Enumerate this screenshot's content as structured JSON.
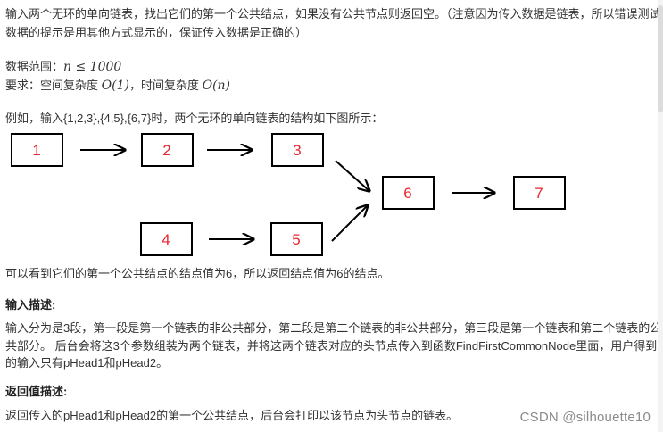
{
  "intro": {
    "line1": "输入两个无环的单向链表，找出它们的第一个公共结点，如果没有公共节点则返回空。（注意因为传入数据是链表，所以错误测试",
    "line2": "数据的提示是用其他方式显示的，保证传入数据是正确的）"
  },
  "range": {
    "label": "数据范围：",
    "math": "n ≤ 1000"
  },
  "requirement": {
    "label": "要求：空间复杂度 ",
    "space": "O(1)",
    "middle": "，时间复杂度 ",
    "time": "O(n)"
  },
  "example": {
    "text": "例如，输入{1,2,3},{4,5},{6,7}时，两个无环的单向链表的结构如下图所示："
  },
  "diagram": {
    "nodes": [
      "1",
      "2",
      "3",
      "4",
      "5",
      "6",
      "7"
    ],
    "label_color": "#e8262e"
  },
  "conclusion": "可以看到它们的第一个公共结点的结点值为6，所以返回结点值为6的结点。",
  "input_section": {
    "heading": "输入描述:",
    "line1": "输入分为是3段，第一段是第一个链表的非公共部分，第二段是第二个链表的非公共部分，第三段是第一个链表和第二个链表的公",
    "line2": "共部分。 后台会将这3个参数组装为两个链表，并将这两个链表对应的头节点传入到函数FindFirstCommonNode里面，用户得到",
    "line3": "的输入只有pHead1和pHead2。"
  },
  "return_section": {
    "heading": "返回值描述:",
    "line1": "返回传入的pHead1和pHead2的第一个公共结点，后台会打印以该节点为头节点的链表。"
  },
  "watermark": "CSDN @silhouette10"
}
